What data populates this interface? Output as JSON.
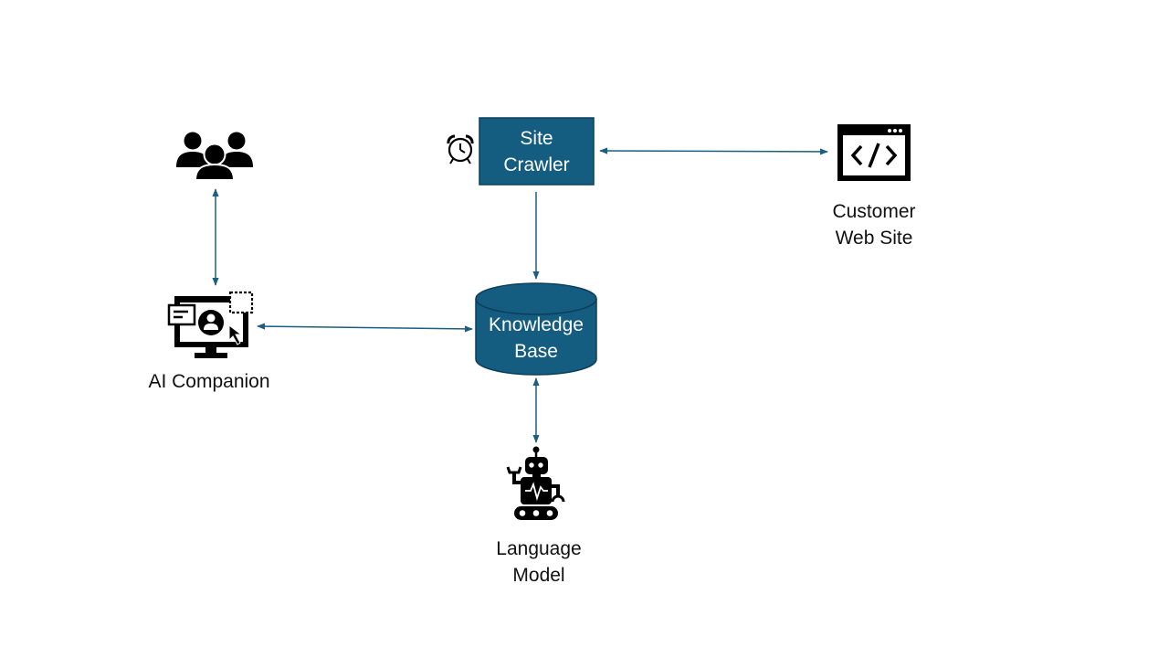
{
  "colors": {
    "node_fill": "#145c80",
    "node_stroke": "#0d3f5a",
    "connector": "#1a5e80",
    "icon": "#000000",
    "label_text": "#111111",
    "node_text": "#ffffff"
  },
  "nodes": {
    "site_crawler": {
      "label": "Site\nCrawler",
      "icon": "alarm-clock-icon"
    },
    "knowledge_base": {
      "label": "Knowledge\nBase",
      "icon": "database-cylinder"
    },
    "customer_web_site": {
      "label": "Customer\nWeb Site",
      "icon": "code-window-icon"
    },
    "ai_companion": {
      "label": "AI Companion",
      "icon": "computer-user-icon"
    },
    "users": {
      "icon": "user-group-icon"
    },
    "language_model": {
      "label": "Language\nModel",
      "icon": "robot-icon"
    }
  },
  "edges": [
    {
      "from": "users",
      "to": "ai_companion",
      "direction": "both"
    },
    {
      "from": "ai_companion",
      "to": "knowledge_base",
      "direction": "both"
    },
    {
      "from": "site_crawler",
      "to": "knowledge_base",
      "direction": "forward"
    },
    {
      "from": "site_crawler",
      "to": "customer_web_site",
      "direction": "both"
    },
    {
      "from": "knowledge_base",
      "to": "language_model",
      "direction": "both"
    }
  ]
}
